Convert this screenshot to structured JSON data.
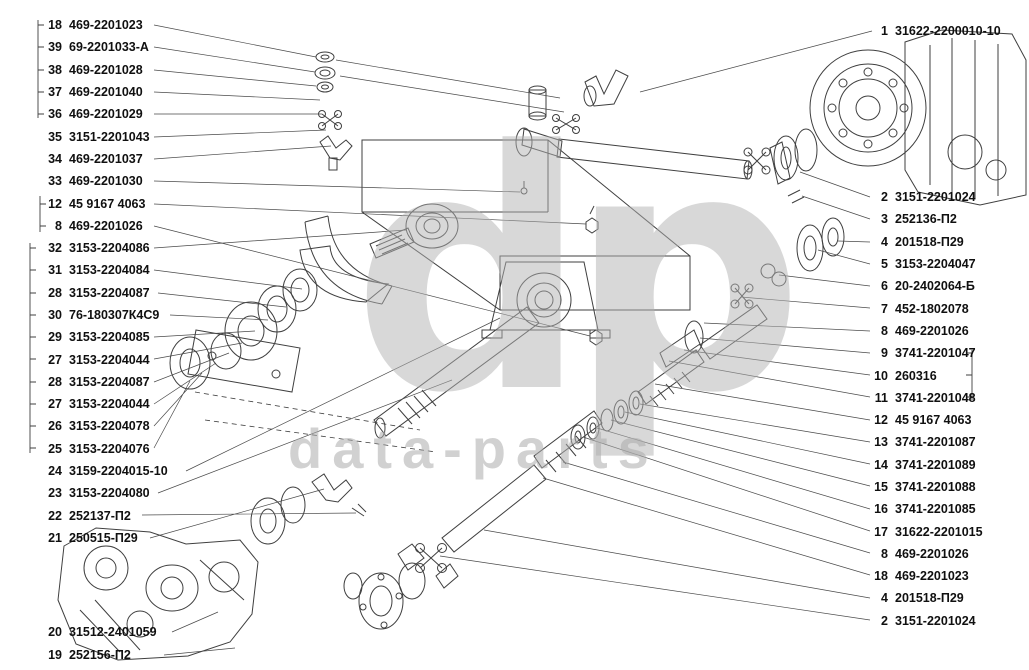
{
  "watermark": {
    "logo": "dp",
    "text": "data-parts"
  },
  "labels": {
    "left_main": [
      {
        "num": "18",
        "code": "469-2201023"
      },
      {
        "num": "39",
        "code": "69-2201033-А"
      },
      {
        "num": "38",
        "code": "469-2201028"
      },
      {
        "num": "37",
        "code": "469-2201040"
      },
      {
        "num": "36",
        "code": "469-2201029"
      },
      {
        "num": "35",
        "code": "3151-2201043"
      },
      {
        "num": "34",
        "code": "469-2201037"
      },
      {
        "num": "33",
        "code": "469-2201030"
      },
      {
        "num": "12",
        "code": "45 9167 4063"
      },
      {
        "num": "8",
        "code": "469-2201026"
      },
      {
        "num": "32",
        "code": "3153-2204086"
      },
      {
        "num": "31",
        "code": "3153-2204084"
      },
      {
        "num": "28",
        "code": "3153-2204087"
      },
      {
        "num": "30",
        "code": "76-180307К4С9"
      },
      {
        "num": "29",
        "code": "3153-2204085"
      },
      {
        "num": "27",
        "code": "3153-2204044"
      },
      {
        "num": "28",
        "code": "3153-2204087"
      },
      {
        "num": "27",
        "code": "3153-2204044"
      },
      {
        "num": "26",
        "code": "3153-2204078"
      },
      {
        "num": "25",
        "code": "3153-2204076"
      },
      {
        "num": "24",
        "code": "3159-2204015-10"
      },
      {
        "num": "23",
        "code": "3153-2204080"
      },
      {
        "num": "22",
        "code": "252137-П2"
      },
      {
        "num": "21",
        "code": "250515-П29"
      }
    ],
    "left_bottom": [
      {
        "num": "20",
        "code": "31512-2401059"
      },
      {
        "num": "19",
        "code": "252156-П2"
      }
    ],
    "right_top": [
      {
        "num": "1",
        "code": "31622-2200010-10"
      }
    ],
    "right_main": [
      {
        "num": "2",
        "code": "3151-2201024"
      },
      {
        "num": "3",
        "code": "252136-П2"
      },
      {
        "num": "4",
        "code": "201518-П29"
      },
      {
        "num": "5",
        "code": "3153-2204047"
      },
      {
        "num": "6",
        "code": "20-2402064-Б"
      },
      {
        "num": "7",
        "code": "452-1802078"
      },
      {
        "num": "8",
        "code": "469-2201026"
      },
      {
        "num": "9",
        "code": "3741-2201047"
      },
      {
        "num": "10",
        "code": "260316"
      },
      {
        "num": "11",
        "code": "3741-2201048"
      },
      {
        "num": "12",
        "code": "45 9167 4063"
      },
      {
        "num": "13",
        "code": "3741-2201087"
      },
      {
        "num": "14",
        "code": "3741-2201089"
      },
      {
        "num": "15",
        "code": "3741-2201088"
      },
      {
        "num": "16",
        "code": "3741-2201085"
      },
      {
        "num": "17",
        "code": "31622-2201015"
      },
      {
        "num": "8",
        "code": "469-2201026"
      },
      {
        "num": "18",
        "code": "469-2201023"
      },
      {
        "num": "4",
        "code": "201518-П29"
      },
      {
        "num": "2",
        "code": "3151-2201024"
      }
    ]
  }
}
